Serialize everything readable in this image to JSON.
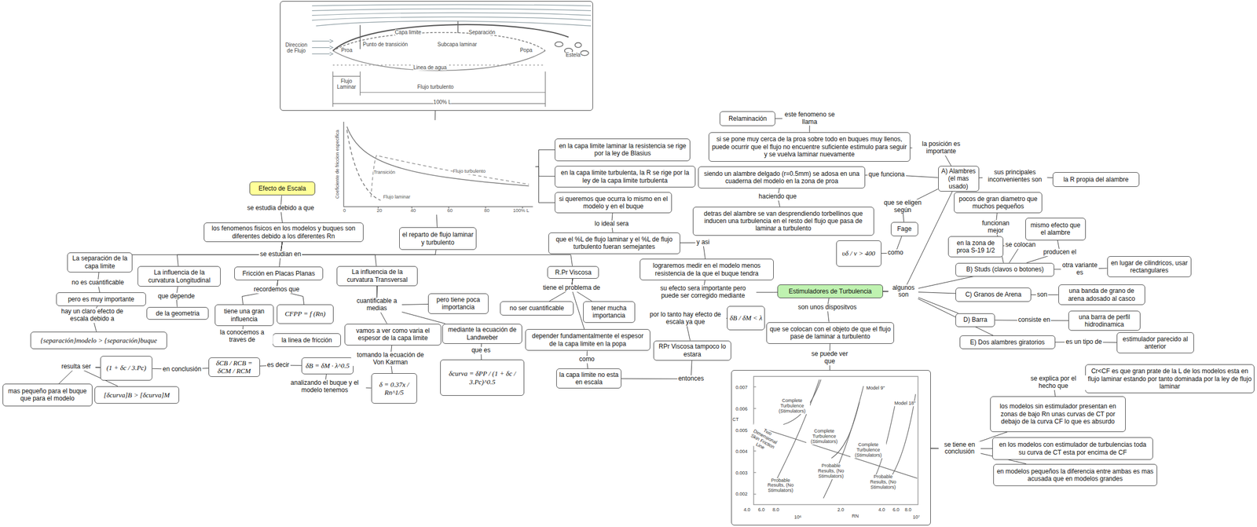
{
  "diagram": {
    "nodes": [
      {
        "text": [
          "Capa limite",
          "Separación",
          "Punto de transición",
          "Subcapa laminar",
          "Proa",
          "Popa",
          "Estela",
          "Direccion de Flujo",
          "Flujo Laminar",
          "Linea de agua",
          "Flujo turbulento",
          "100% L"
        ]
      },
      {
        "text": [
          "Coeficiente de friccion especifica",
          "Transición",
          "Flujo turbulento",
          "Flujo laminar",
          "0",
          "20",
          "40",
          "60",
          "80",
          "100% L"
        ]
      },
      {
        "text": [
          "Efecto de Escala"
        ]
      },
      {
        "text": [
          "los fenomenos fisicos en los modelos y buques son diferentes debido a los diferentes Rn"
        ]
      },
      {
        "text": [
          "el reparto de flujo laminar y turbulento"
        ]
      },
      {
        "text": [
          "La separación de la capa limite"
        ]
      },
      {
        "text": [
          "La influencia de la curvatura Longitudinal"
        ]
      },
      {
        "text": [
          "Fricción en Placas Planas"
        ]
      },
      {
        "text": [
          "La influencia de la curvatura Transversal"
        ]
      },
      {
        "text": [
          "R.Pr Viscosa"
        ]
      },
      {
        "text": [
          "pero es muy importante"
        ]
      },
      {
        "text": [
          "de la geometria"
        ]
      },
      {
        "text": [
          "tiene una gran influencia"
        ]
      },
      {
        "text": [
          "CFPP = f (Rn)"
        ]
      },
      {
        "text": [
          "la linea de fricción"
        ]
      },
      {
        "text": [
          "{separación}modelo > {separación}buque"
        ]
      },
      {
        "text": [
          "(1 + δc / 3.Pc)"
        ]
      },
      {
        "text": [
          "δCB / RCB = δCM / RCM"
        ]
      },
      {
        "text": [
          "δB = δM · λ^0.5"
        ]
      },
      {
        "text": [
          "δ = 0.37x / Rn^1/5"
        ]
      },
      {
        "text": [
          "mas pequeño para el buque que para el modelo"
        ]
      },
      {
        "text": [
          "[δcurva]B > [δcurva]M"
        ]
      },
      {
        "text": [
          "vamos a ver como varia el espesor de la capa limite"
        ]
      },
      {
        "text": [
          "mediante la ecuación de Landweber"
        ]
      },
      {
        "text": [
          "pero tiene poca importancia"
        ]
      },
      {
        "text": [
          "δcurva = δPP / (1 + δc / 3.Pc)^0.5"
        ]
      },
      {
        "text": [
          "no ser cuantificable"
        ]
      },
      {
        "text": [
          "tener mucha importancia"
        ]
      },
      {
        "text": [
          "depender fundamentalmente el espesor de la capa limite en la popa"
        ]
      },
      {
        "text": [
          "la capa limite no esta en escala"
        ]
      },
      {
        "text": [
          "en la capa limite laminar la resistencia se rige por la ley de Blasius"
        ]
      },
      {
        "text": [
          "en la capa limite turbulenta, la R se rige por la ley de la capa limite turbulenta"
        ]
      },
      {
        "text": [
          "si queremos que ocurra lo mismo en el modelo y en el buque"
        ]
      },
      {
        "text": [
          "que el %L de flujo laminar y el %L de flujo turbulento fueran semejantes"
        ]
      },
      {
        "text": [
          "lograremos medir en el modelo menos resistencia de la que el buque tendra"
        ]
      },
      {
        "text": [
          "δB / δM < λ"
        ]
      },
      {
        "text": [
          "RPr Viscosa tampoco lo estara"
        ]
      },
      {
        "text": [
          "Relaminación"
        ]
      },
      {
        "text": [
          "si se pone muy cerca de la proa sobre todo en buques muy llenos, puede ocurrir que el flujo no encuentre suficiente estimulo para seguir y se vuelva laminar nuevamente"
        ]
      },
      {
        "text": [
          "siendo un alambre delgado (r=0.5mm) se adosa en una cuaderna del modelo en la zona de proa"
        ]
      },
      {
        "text": [
          "detras del alambre se van desprendiendo torbellinos que inducen una turbulencia en el resto del flujo que pasa de laminar a turbulento"
        ]
      },
      {
        "text": [
          "Estimuladores de Turbulencia"
        ]
      },
      {
        "text": [
          "que se colocan con el objeto de que el flujo pase de laminar a turbulento"
        ]
      },
      {
        "text": [
          "0.007",
          "0.006",
          "0.005",
          "0.004",
          "0.003",
          "0.002",
          "CT",
          "Complete Turbulence (Stimulators)",
          "Two Dimensional Skin Friction Line",
          "Complete Turbulence (Stimulators)",
          "Complete Turbulence (Stimulators)",
          "Model 9\"",
          "Model 18\"",
          "Probable Results, (No Stimulators)",
          "Probable Results, (No Stimulators)",
          "Probable Results, (No Stimulators)",
          "4.0",
          "6.0",
          "8.0",
          "10⁶",
          "2.0",
          "RN",
          "4.0",
          "6.0",
          "8.0",
          "10⁷"
        ]
      },
      {
        "text": [
          "A) Alambres (el mas usado)"
        ]
      },
      {
        "text": [
          "la R propia del alambre"
        ]
      },
      {
        "text": [
          "Fage"
        ]
      },
      {
        "text": [
          "υδ / ν > 400"
        ]
      },
      {
        "text": [
          "pocos de gran diametro que muchos pequeños"
        ]
      },
      {
        "text": [
          "mismo efecto que el alambre"
        ]
      },
      {
        "text": [
          "en la zona de proa S-19 1/2"
        ]
      },
      {
        "text": [
          "B) Studs (clavos o botones)"
        ]
      },
      {
        "text": [
          "en lugar de cilindricos, usar rectangulares"
        ]
      },
      {
        "text": [
          "C) Granos de Arena"
        ]
      },
      {
        "text": [
          "una banda de grano de arena adosado al casco"
        ]
      },
      {
        "text": [
          "D) Barra"
        ]
      },
      {
        "text": [
          "una barra de perfil hidrodinamica"
        ]
      },
      {
        "text": [
          "E) Dos alambres giratorios"
        ]
      },
      {
        "text": [
          "estimulador parecido al anterior"
        ]
      },
      {
        "text": [
          "Cr<CF es que gran prate de la L de los modelos esta en flujo laminar estando por tanto dominada por la ley de flujo laminar"
        ]
      },
      {
        "text": [
          "los modelos sin estimulador presentan en zonas de bajo Rn unas curvas de CT por debajo de la curva CF lo que es absurdo"
        ]
      },
      {
        "text": [
          "en los modelos con estimulador de turbulencias toda su curva de CT esta por encima de CF"
        ]
      },
      {
        "text": [
          "en modelos pequeños la diferencia entre ambas es mas acusada que en modelos grandes"
        ]
      }
    ],
    "edges": [
      {
        "from": 0,
        "to": 1,
        "arrow": "none"
      },
      {
        "from": 1,
        "to": 4,
        "arrow": "none"
      },
      {
        "from": 1,
        "to": 30,
        "arrow": "none"
      },
      {
        "from": 1,
        "to": 31,
        "arrow": "none"
      },
      {
        "from": 1,
        "to": 32,
        "arrow": "none"
      },
      {
        "from": 2,
        "to": 3,
        "label": "se estudia debido a que",
        "arrow": "none"
      },
      {
        "from": 3,
        "to": 5,
        "label": "se estudian en",
        "arrow": "none"
      },
      {
        "from": 3,
        "to": 6,
        "arrow": "none"
      },
      {
        "from": 3,
        "to": 7,
        "arrow": "none"
      },
      {
        "from": 3,
        "to": 8,
        "arrow": "none"
      },
      {
        "from": 3,
        "to": 4,
        "arrow": "none"
      },
      {
        "from": 3,
        "to": 9,
        "arrow": "none"
      },
      {
        "from": 5,
        "to": 10,
        "label": "no es cuantificable",
        "arrow": "none"
      },
      {
        "from": 10,
        "to": 15,
        "label": "hay un claro efecto de escala debido a",
        "arrow": "none"
      },
      {
        "from": 6,
        "to": 11,
        "label": "que depende",
        "arrow": "none"
      },
      {
        "from": 7,
        "to": 12,
        "label": "recordemos que",
        "arrow": "none"
      },
      {
        "from": 7,
        "to": 13,
        "arrow": "none"
      },
      {
        "from": 12,
        "to": 14,
        "label": "la conocemos a traves de",
        "arrow": "none"
      },
      {
        "from": 17,
        "to": 16,
        "label": "en conclusión",
        "arrow": "none"
      },
      {
        "from": 16,
        "to": 20,
        "label": "resulta ser",
        "arrow": "none"
      },
      {
        "from": 16,
        "to": 21,
        "arrow": "none"
      },
      {
        "from": 18,
        "to": 17,
        "label": "es decir",
        "arrow": "none"
      },
      {
        "from": 19,
        "to": 18,
        "label": "analizando el buque y el modelo tenemos",
        "arrow": "none"
      },
      {
        "from": 22,
        "to": 19,
        "label": "tomando la ecuación de Von Karman",
        "arrow": "none"
      },
      {
        "from": 8,
        "to": 22,
        "label": "cuantificable a medias",
        "arrow": "none"
      },
      {
        "from": 8,
        "to": 24,
        "arrow": "none"
      },
      {
        "from": 8,
        "to": 23,
        "arrow": "none"
      },
      {
        "from": 23,
        "to": 25,
        "label": "que es",
        "arrow": "none"
      },
      {
        "from": 9,
        "to": 26,
        "label": "tiene el problema de",
        "arrow": "none"
      },
      {
        "from": 9,
        "to": 27,
        "arrow": "none"
      },
      {
        "from": 9,
        "to": 28,
        "arrow": "none"
      },
      {
        "from": 28,
        "to": 29,
        "label": "como",
        "arrow": "none"
      },
      {
        "from": 29,
        "to": 36,
        "label": "entonces",
        "arrow": "none"
      },
      {
        "from": 32,
        "to": 33,
        "label": "lo ideal sera",
        "arrow": "none"
      },
      {
        "from": 33,
        "to": 34,
        "label": "y asi",
        "arrow": "none"
      },
      {
        "from": 34,
        "to": 41,
        "label": "su efecto sera importante pero puede ser corregido mediante",
        "arrow": "none"
      },
      {
        "from": 36,
        "to": 35,
        "label": "por lo tanto hay efecto de escala ya que",
        "arrow": "none"
      },
      {
        "from": 41,
        "to": 42,
        "label": "son unos dispositvos",
        "arrow": "none"
      },
      {
        "from": 42,
        "to": 43,
        "label": "se puede ver que",
        "arrow": "none"
      },
      {
        "from": 43,
        "to": 60,
        "label": "se tiene en conclusión",
        "arrow": "none"
      },
      {
        "from": 43,
        "to": 61,
        "arrow": "none"
      },
      {
        "from": 43,
        "to": 62,
        "arrow": "none"
      },
      {
        "from": 60,
        "to": 59,
        "label": "se explica por el hecho que",
        "arrow": "none"
      },
      {
        "from": 41,
        "to": 44,
        "label": "algunos son",
        "arrow": "none"
      },
      {
        "from": 41,
        "to": 51,
        "arrow": "none"
      },
      {
        "from": 41,
        "to": 53,
        "arrow": "none"
      },
      {
        "from": 41,
        "to": 55,
        "arrow": "none"
      },
      {
        "from": 41,
        "to": 57,
        "arrow": "none"
      },
      {
        "from": 44,
        "to": 45,
        "label": "sus principales inconvenientes son",
        "arrow": "none"
      },
      {
        "from": 44,
        "to": 39,
        "label": "que funciona",
        "arrow": "none"
      },
      {
        "from": 39,
        "to": 40,
        "label": "haciendo que",
        "arrow": "none"
      },
      {
        "from": 44,
        "to": 38,
        "label": "la posición es importante",
        "arrow": "none"
      },
      {
        "from": 38,
        "to": 37,
        "label": "este fenomeno se llama",
        "arrow": "none"
      },
      {
        "from": 44,
        "to": 46,
        "label": "que se eligen según",
        "arrow": "none"
      },
      {
        "from": 46,
        "to": 47,
        "label": "como",
        "arrow": "none"
      },
      {
        "from": 51,
        "to": 48,
        "label": "funcionan mejor",
        "arrow": "none"
      },
      {
        "from": 51,
        "to": 50,
        "label": "se colocan",
        "arrow": "none"
      },
      {
        "from": 51,
        "to": 49,
        "label": "producen el",
        "arrow": "none"
      },
      {
        "from": 51,
        "to": 52,
        "label": "otra variante es",
        "arrow": "none"
      },
      {
        "from": 53,
        "to": 54,
        "label": "son",
        "arrow": "none"
      },
      {
        "from": 55,
        "to": 56,
        "label": "consiste en",
        "arrow": "none"
      },
      {
        "from": 57,
        "to": 58,
        "label": "es un tipo de",
        "arrow": "none"
      }
    ]
  }
}
